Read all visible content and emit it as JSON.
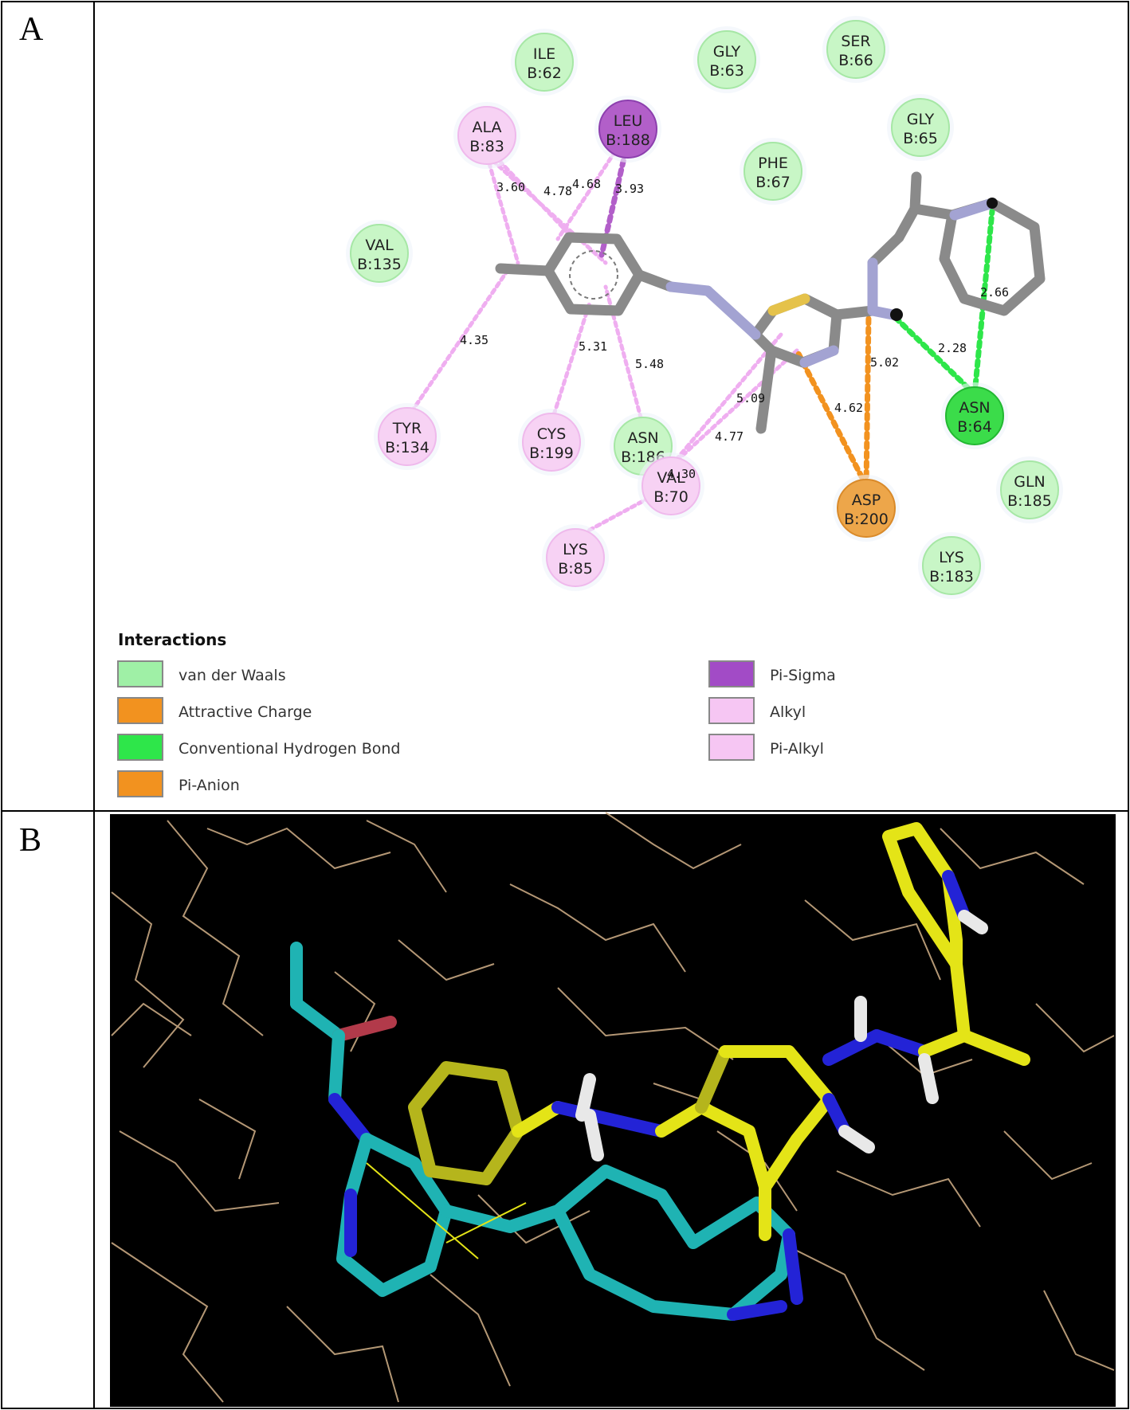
{
  "panels": {
    "a": "A",
    "b": "B"
  },
  "residues": [
    {
      "id": "ile62",
      "line1": "ILE",
      "line2": "B:62",
      "type": "vdw"
    },
    {
      "id": "gly63",
      "line1": "GLY",
      "line2": "B:63",
      "type": "vdw"
    },
    {
      "id": "ser66",
      "line1": "SER",
      "line2": "B:66",
      "type": "vdw"
    },
    {
      "id": "gly65",
      "line1": "GLY",
      "line2": "B:65",
      "type": "vdw"
    },
    {
      "id": "ala83",
      "line1": "ALA",
      "line2": "B:83",
      "type": "alkyl"
    },
    {
      "id": "leu188",
      "line1": "LEU",
      "line2": "B:188",
      "type": "pisigma"
    },
    {
      "id": "phe67",
      "line1": "PHE",
      "line2": "B:67",
      "type": "vdw"
    },
    {
      "id": "val135",
      "line1": "VAL",
      "line2": "B:135",
      "type": "vdw"
    },
    {
      "id": "tyr134",
      "line1": "TYR",
      "line2": "B:134",
      "type": "alkyl"
    },
    {
      "id": "cys199",
      "line1": "CYS",
      "line2": "B:199",
      "type": "alkyl"
    },
    {
      "id": "asn186",
      "line1": "ASN",
      "line2": "B:186",
      "type": "vdw"
    },
    {
      "id": "val70",
      "line1": "VAL",
      "line2": "B:70",
      "type": "alkyl"
    },
    {
      "id": "lys85",
      "line1": "LYS",
      "line2": "B:85",
      "type": "alkyl"
    },
    {
      "id": "asp200",
      "line1": "ASP",
      "line2": "B:200",
      "type": "charge"
    },
    {
      "id": "asn64",
      "line1": "ASN",
      "line2": "B:64",
      "type": "hbond"
    },
    {
      "id": "gln185",
      "line1": "GLN",
      "line2": "B:185",
      "type": "vdw"
    },
    {
      "id": "lys183",
      "line1": "LYS",
      "line2": "B:183",
      "type": "vdw"
    }
  ],
  "distances": [
    "3.60",
    "4.78",
    "4.68",
    "3.93",
    "4.35",
    "5.31",
    "5.48",
    "5.09",
    "4.77",
    "4.30",
    "4.62",
    "5.02",
    "2.28",
    "2.66"
  ],
  "legend": {
    "title": "Interactions",
    "items": [
      {
        "label": "van der Waals",
        "color": "#9ff0a6"
      },
      {
        "label": "Attractive Charge",
        "color": "#f2921f"
      },
      {
        "label": "Conventional Hydrogen Bond",
        "color": "#2ee64a"
      },
      {
        "label": "Pi-Anion",
        "color": "#f2921f"
      },
      {
        "label": "Pi-Sigma",
        "color": "#a24bc6"
      },
      {
        "label": "Alkyl",
        "color": "#f6c6f3"
      },
      {
        "label": "Pi-Alkyl",
        "color": "#f6c6f3"
      }
    ]
  },
  "colors": {
    "vdw": "#c8f6c6",
    "alkyl": "#f7d2f4",
    "pisigma": "#b25fc9",
    "hbond": "#3bdc4a",
    "charge": "#eda64a",
    "ligand": "#8a8a8a",
    "nitrogen": "#9a9ac8",
    "sulfur": "#e5c24a",
    "cyan": "#1fb3b3",
    "yellow": "#e4e417",
    "olive": "#b5b51c",
    "blue": "#2323d6",
    "wire": "#c8a882"
  }
}
